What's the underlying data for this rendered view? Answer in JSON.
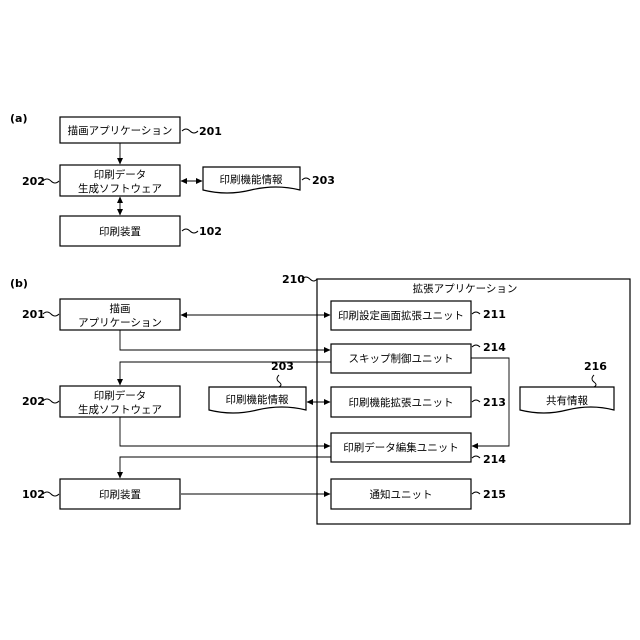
{
  "panel_a": {
    "label": "(a)",
    "drawing_app": {
      "label": "描画アプリケーション",
      "ref": "201"
    },
    "print_data_software": {
      "line1": "印刷データ",
      "line2": "生成ソフトウェア",
      "ref": "202"
    },
    "printer_function_info": {
      "label": "印刷機能情報",
      "ref": "203"
    },
    "printing_device": {
      "label": "印刷装置",
      "ref": "102"
    }
  },
  "panel_b": {
    "label": "(b)",
    "drawing_app": {
      "line1": "描画",
      "line2": "アプリケーション",
      "ref": "201"
    },
    "print_data_software": {
      "line1": "印刷データ",
      "line2": "生成ソフトウェア",
      "ref": "202"
    },
    "printer_function_info": {
      "label": "印刷機能情報",
      "ref": "203"
    },
    "printing_device": {
      "label": "印刷装置",
      "ref": "102"
    },
    "extension_app": {
      "title": "拡張アプリケーション",
      "ref": "210",
      "units": {
        "print_settings_ui_extension": {
          "label": "印刷設定画面拡張ユニット",
          "ref": "211"
        },
        "skip_control": {
          "label": "スキップ制御ユニット",
          "ref": "214"
        },
        "printer_function_extension": {
          "label": "印刷機能拡張ユニット",
          "ref": "213"
        },
        "print_data_editing": {
          "label": "印刷データ編集ユニット",
          "ref": "214"
        },
        "notification": {
          "label": "通知ユニット",
          "ref": "215"
        }
      },
      "shared_info": {
        "label": "共有情報",
        "ref": "216"
      }
    }
  }
}
